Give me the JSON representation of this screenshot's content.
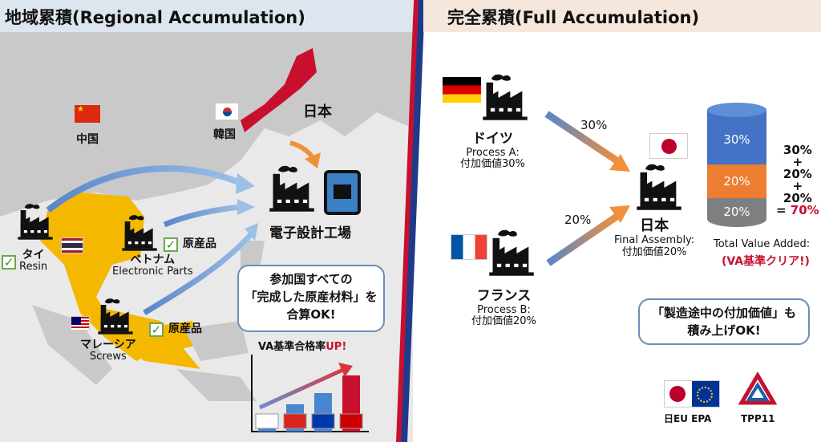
{
  "left": {
    "title": "地域累積(Regional Accumulation)",
    "countries": {
      "china": "中国",
      "korea": "韓国",
      "japan": "日本"
    },
    "factory_label": "電子設計工場",
    "thai": {
      "name": "タイ",
      "item": "Resin"
    },
    "vietnam": {
      "name": "ベトナム",
      "item": "Electronic Parts",
      "badge": "原産品"
    },
    "malaysia": {
      "name": "マレーシア",
      "item": "Screws",
      "badge": "原産品"
    },
    "bubble": [
      "参加国すべての",
      "「完成した原産材料」を",
      "合算OK!"
    ],
    "mini_chart": {
      "title_prefix": "VA基準合格率",
      "title_highlight": "UP!",
      "bars": [
        {
          "country": "japan",
          "value": 1
        },
        {
          "country": "vietnam",
          "value": 1.7
        },
        {
          "country": "philippines",
          "value": 2.4
        },
        {
          "country": "malaysia",
          "value": 3.5
        }
      ]
    }
  },
  "right": {
    "title": "完全累積(Full Accumulation)",
    "germany": {
      "name": "ドイツ",
      "process": "Process A:",
      "va": "付加価値30%",
      "arrow": "30%"
    },
    "france": {
      "name": "フランス",
      "process": "Process B:",
      "va": "付加価値20%",
      "arrow": "20%"
    },
    "japan": {
      "name": "日本",
      "process": "Final Assembly:",
      "va": "付加価値20%"
    },
    "cylinder": [
      "30%",
      "20%",
      "20%"
    ],
    "sum": {
      "a": "30%",
      "plus1": "+",
      "b": "20%",
      "plus2": "+",
      "c": "20%",
      "eq": "= ",
      "total": "70%"
    },
    "total_label": "Total Value Added:",
    "clear": "(VA基準クリア!)",
    "bubble": [
      "「製造途中の付加価値」も",
      "積み上げOK!"
    ],
    "agreements": [
      {
        "label": "日EU EPA"
      },
      {
        "label": "TPP11"
      }
    ]
  },
  "colors": {
    "red": "#c8102e",
    "blue": "#4472c4",
    "orange": "#ed7d31",
    "gray": "#7f7f7f",
    "map_gray": "#c9c9c9",
    "highlight": "#f5b800"
  }
}
